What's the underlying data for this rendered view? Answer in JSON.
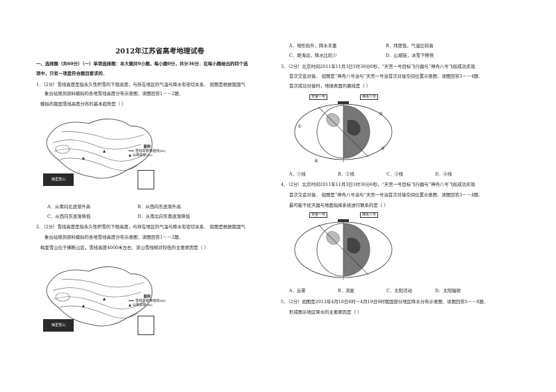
{
  "doc": {
    "title": "2012年江苏省高考地理试卷",
    "section1": "一、选择题（共60分）（一）单项选择题：本大题共9小题，每小题0分，共计36分．在每小题给出的四个选",
    "section1b": "项中，只有一项是符合题目要求的．"
  },
  "left": {
    "q1_line1": "1．（2分）雪线高度是指永久性积雪的下限高度，与所在地区的气温与降水有密切关系．  如图是根据我国气",
    "q1_line2": "象台站观测资料模拟的各地雪线高度分布示意图．读图回答1－－2题．",
    "q1_line3": "模拟的我国雪线高度分布的基本趋势是（      ）",
    "q1_optA": "A．从南向北逐渐升高",
    "q1_optB": "B．从西向东逐渐升高",
    "q1_optC": "C．从西向东逐渐降低",
    "q1_optD": "D．从南北向东南逐渐降低",
    "q2_line1": "2．（2分）雪线高度是指永久性积雪的下限高度，与所在地区的气温与降水有密切关系．  如图是根据我国气",
    "q2_line2": "象台站观测资料模拟的各地雪线高度分布示意图．读图回答1－－2题．",
    "q2_line3": "梅里雪山位于横断山区，雪线高度4000米左右．该山雪线相对较低的主要原因是（      ）",
    "map_legend_title": "图例",
    "map_legend_1": "雪线高度等值线(m)",
    "map_legend_2": "山峰高度(m)",
    "map_photo_label": "梅里雪山"
  },
  "right": {
    "q2_optA": "A．地形抬升，降水丰富",
    "q2_optB": "B．纬度低，气温比较高",
    "q2_optC": "C．距海远，降水比较少",
    "q2_optD": "D．山坡陡，冰雪下移快",
    "q3_line1": "3．（2分）北京时间2011年11月3日1时36分6秒，“天宫一号目标飞行器与”神舟八号飞船成功实现",
    "q3_line2": "首次交会对接．  如图是“神舟八号治与”天宫一号治首次对接空间位置示意图．读图回答3－－4题．",
    "q3_line3": "首次成功对接时，地球表面的晨线是（      ）",
    "fig_tag_1": "天宫一号",
    "fig_tag_2": "神舟八号",
    "fig_label_1": "①",
    "fig_label_2": "②",
    "fig_label_3": "③",
    "fig_label_4": "④",
    "q3_optA": "A．①线",
    "q3_optB": "B．②线",
    "q3_optC": "C．③线",
    "q3_optD": "D．④线",
    "q4_line1": "4．（2分）北京时间2011年11月3日1时36分6秒，“天宫一号目标飞行器与”神舟八号飞船成功实现",
    "q4_line2": "首次交会对接．  如图是“神舟八号治与”天宫一号治首次对接空间位置示意图．读图回答3－－4题．",
    "q4_line3": "最可能干扰天器与地面指挥系统进行联系的是（      ）",
    "q4_optA": "A．云雾",
    "q4_optB": "B．流星",
    "q4_optC": "C．太阳活动",
    "q4_optD": "D．太阳辐射",
    "q5_line1": "5．（2分）如图是2012年4月18日8时－4月19日8时我国部分地区降水分布示意图．读图回答5－－6题．",
    "q5_line2": "形成图示地区降水的主要原因是（      ）"
  }
}
